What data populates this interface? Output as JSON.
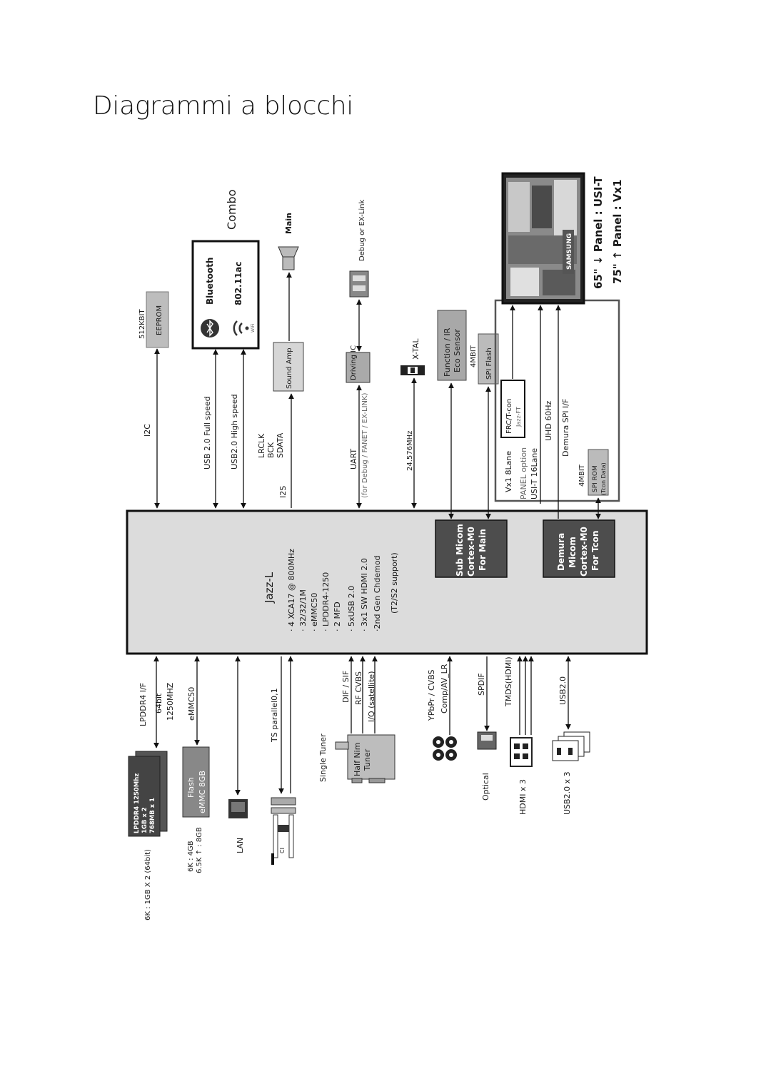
{
  "page": {
    "title": "Diagrammi a blocchi"
  },
  "diagram": {
    "soc": {
      "name": "Jazz-L",
      "specs": [
        "· 4 XCA17 @ 800MHz",
        "· 32/32/1M",
        "· eMMC50",
        "· LPDDR4-1250",
        "· 2 MFD",
        "· 5xUSB 2.0",
        "· 3x1 SW HDMI 2.0",
        "·2nd Gen Chdemod",
        "(T2/S2 support)"
      ]
    },
    "sub_micom": {
      "lines": [
        "Sub Micom",
        "Cortex-M0",
        "For Main"
      ]
    },
    "demura_micom": {
      "lines": [
        "Demura",
        "Micom",
        "Cortex-M0",
        "For Tcon"
      ]
    },
    "eeprom": {
      "size": "512KBIT",
      "label": "EEPROM",
      "bus": "I2C"
    },
    "combo": {
      "title": "Combo",
      "bluetooth": "Bluetooth",
      "wifi": "802.11ac",
      "wifi_small": "WiFi",
      "usb_full": "USB 2.0 Full speed",
      "usb_high": "USB2.0 High speed"
    },
    "audio": {
      "amp": "Sound Amp",
      "speaker": "Main",
      "i2s": "I2S",
      "signals": [
        "LRCLK",
        "BCK",
        "SDATA"
      ]
    },
    "debug": {
      "driving_ic": "Driving IC",
      "connector": "Debug or EX-Link",
      "uart": "UART",
      "uart_note": "(for Debug / FANET / EX-LINK)"
    },
    "xtal": {
      "label": "X-TAL",
      "freq": "24.576MHz"
    },
    "function_ir": {
      "lines": [
        "Function / IR",
        "Eco Sensor"
      ]
    },
    "spi_flash": {
      "size": "4MBIT",
      "label": "SPI Flash"
    },
    "tcon": {
      "frc": "FRC/T-con",
      "frc_sub": "Jazz-FT",
      "vx1": "Vx1 8Lane",
      "panel_option": "PANEL option",
      "usit": "USI-T 16Lane",
      "uhd": "UHD 60Hz",
      "demura_spi": "Demura  SPI I/F",
      "spi_rom_size": "4MBIT",
      "spi_rom": "SPI ROM",
      "spi_rom_sub": "(Tcon Data)"
    },
    "panel": {
      "line1": "65\" ↓ Panel : USI-T",
      "line2": "75\" ↑ Panel : Vx1",
      "brand": "SAMSUNG"
    },
    "memory": {
      "bus": "LPDDR4 I/F",
      "bus_sub1": "64bit",
      "bus_sub2": "1250MHZ",
      "chip_lines": [
        "LPDDR4 1250Mhz",
        "1GB x 2",
        "768MB x 1"
      ],
      "note": "6K : 1GB  X 2 (64bit)"
    },
    "flash": {
      "bus": "eMMC50",
      "chip_lines": [
        "Flash",
        "eMMC 8GB"
      ],
      "note1": "6K : 4GB",
      "note2": "6.5K ↑ : 8GB"
    },
    "lan": {
      "label": "LAN"
    },
    "ci": {
      "bus": "TS parallel0,1",
      "label": "CI"
    },
    "tuner": {
      "title": "Single Tuner",
      "lines": [
        "Half Nim",
        "Tuner"
      ],
      "dif": "DIF / SIF",
      "rf": "RF CVBS",
      "iq": "I/Q (satellite)"
    },
    "av": {
      "signals": [
        "YPbPr / CVBS",
        "Comp/AV_LR"
      ]
    },
    "optical": {
      "bus": "SPDIF",
      "label": "Optical"
    },
    "hdmi": {
      "bus": "TMDS(HDMI)",
      "label": "HDMI x 3"
    },
    "usb": {
      "bus": "USB2.0",
      "label": "USB2.0  x 3"
    }
  }
}
